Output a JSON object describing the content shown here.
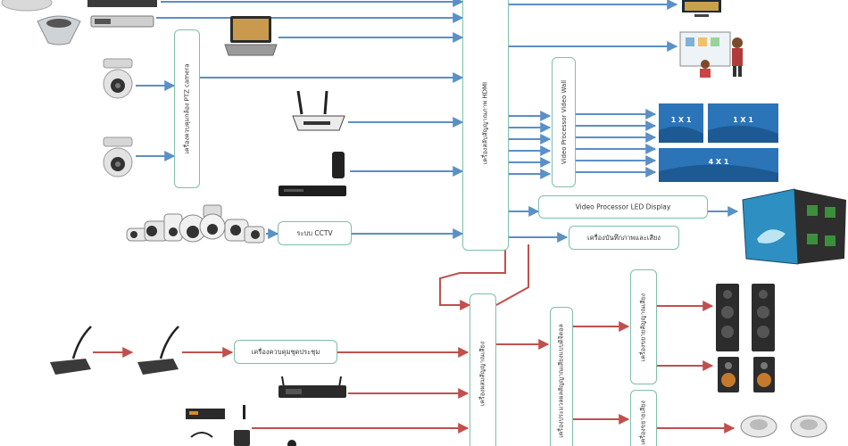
{
  "boxes": {
    "hdmi_switcher": "เครื่องสลับสัญญาณภาพ HDMI",
    "ptz_control": "เครื่องควบคุมกล้อง PTZ camera",
    "video_wall_processor": "Video Processor Video Wall",
    "led_processor": "Video Processor LED Display",
    "cctv": "ระบบ CCTV",
    "av_recorder": "เครื่องบันทึกภาพและเสียง",
    "conference_controller": "เครื่องควบคุมชุดประชุม",
    "audio_mixer": "เครื่องผสมสัญญาณเสียง",
    "digital_mixer": "เครื่องประมวลผลสัญญาณเสียงแบบดิจิตอล",
    "amplifier_1": "เครื่องขยายสัญญาณเสียง",
    "amplifier_2": "เครื่องขยายเสียง"
  },
  "video_wall_tiles": [
    "1 X 1",
    "1 X 1",
    "4 X 1"
  ],
  "colors": {
    "video_line": "#5b8fc7",
    "audio_line": "#c0504d",
    "box_border": "#7fbfa8"
  }
}
